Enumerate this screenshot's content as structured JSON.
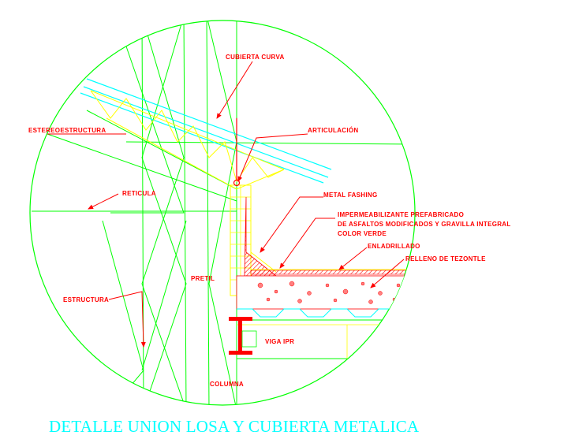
{
  "title": "DETALLE UNION LOSA Y CUBIERTA METALICA",
  "labels": {
    "cubierta_curva": "CUBIERTA CURVA",
    "estereoestructura": "ESTEREOESTRUCTURA",
    "articulacion": "ARTICULACIÓN",
    "reticula": "RETICULA",
    "metal_fashing": "METAL FASHING",
    "impermeabilizante_1": "IMPERMEABILIZANTE PREFABRICADO",
    "impermeabilizante_2": "DE ASFALTOS MODIFICADOS Y GRAVILLA INTEGRAL",
    "impermeabilizante_3": "COLOR VERDE",
    "enladrillado": "ENLADRILLADO",
    "relleno": "RELLENO DE TEZONTLE",
    "pretil": "PRETIL",
    "estructura": "ESTRUCTURA",
    "viga": "VIGA IPR",
    "columna": "COLUMNA"
  },
  "colors": {
    "outline": "#00ff00",
    "label": "#ff0000",
    "roof": "#00ffff",
    "brick": "#ffff00",
    "title": "#00ffff",
    "fill": "#ff8080",
    "slab": "#000000"
  }
}
